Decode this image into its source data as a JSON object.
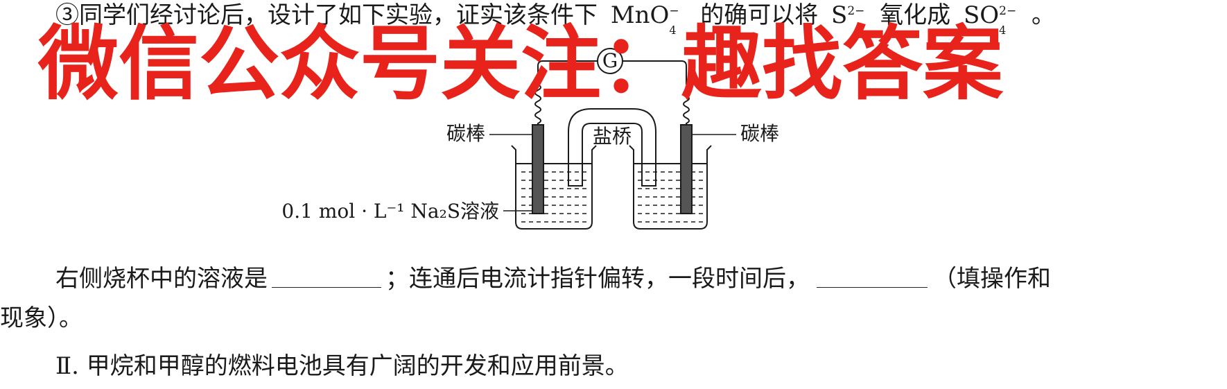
{
  "question": {
    "line1_prefix": "③同学们经讨论后，设计了如下实验，证实该条件下",
    "line1_ion1": "MnO",
    "line1_ion1_sub": "4",
    "line1_ion1_sup": "−",
    "line1_mid": "的确可以将",
    "line1_ion2": "S",
    "line1_ion2_sup": "2−",
    "line1_mid2": "氧化成",
    "line1_ion3": "SO",
    "line1_ion3_sub": "4",
    "line1_ion3_sup": "2−",
    "line1_end": "。",
    "line4_a": "右侧烧杯中的溶液是",
    "line4_b": "；连通后电流计指针偏转，一段时间后，",
    "line4_c": "（填操作和",
    "line5": "现象）。",
    "line6": "Ⅱ. 甲烷和甲醇的燃料电池具有广阔的开发和应用前景。"
  },
  "diagram": {
    "galvanometer": "G",
    "left_electrode": "碳棒",
    "right_electrode": "碳棒",
    "salt_bridge": "盐桥",
    "solution_label": "0.1 mol · L⁻¹ Na₂S溶液"
  },
  "watermark": "微信公众号关注：趣找答案",
  "colors": {
    "watermark": "#e8231b",
    "ink": "#1a1a1a"
  }
}
